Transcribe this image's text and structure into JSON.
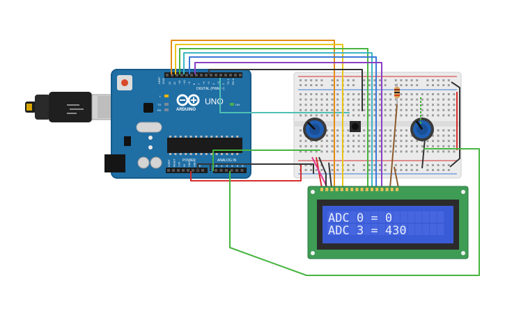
{
  "board": {
    "aref_label": "AREF",
    "gnd_label": "GND",
    "pin_labels": [
      "13",
      "12",
      "~11",
      "~10",
      "~9",
      "8",
      "7",
      "~6",
      "~5",
      "4",
      "~3",
      "2",
      "TX 1",
      "RX 0"
    ],
    "digital_label": "DIGITAL (PWM ~)",
    "logo_text": "ARDUINO",
    "model_text": "UNO",
    "led_l": "L",
    "led_tx": "TX",
    "led_rx": "RX",
    "on_label": "ON",
    "power_label": "POWER",
    "analog_label": "ANALOG IN",
    "power_pins": [
      "IOREF",
      "RESET",
      "3.3V",
      "5V",
      "GND",
      "GND",
      "Vin"
    ],
    "analog_pins": [
      "A0",
      "A1",
      "A2",
      "A3",
      "A4",
      "A5"
    ]
  },
  "lcd": {
    "line1": "ADC 0 = 0",
    "line2": "ADC 3 = 430"
  },
  "colors": {
    "board": "#1f6ea4",
    "board_dark": "#175a88",
    "breadboard": "#ebebeb",
    "lcd_pcb": "#3f9c55",
    "lcd_screen": "#3a5bd6",
    "wire_orange": "#e58a12",
    "wire_yellow": "#e8c51b",
    "wire_green": "#46b43e",
    "wire_cyan": "#39b5c4",
    "wire_blue": "#3a78d8",
    "wire_purple": "#8a3ec4",
    "wire_red": "#d62b2b",
    "wire_black": "#333333",
    "wire_pink": "#e0398e",
    "wire_teal": "#4fbfb5",
    "wire_brown": "#8b5a2b"
  }
}
